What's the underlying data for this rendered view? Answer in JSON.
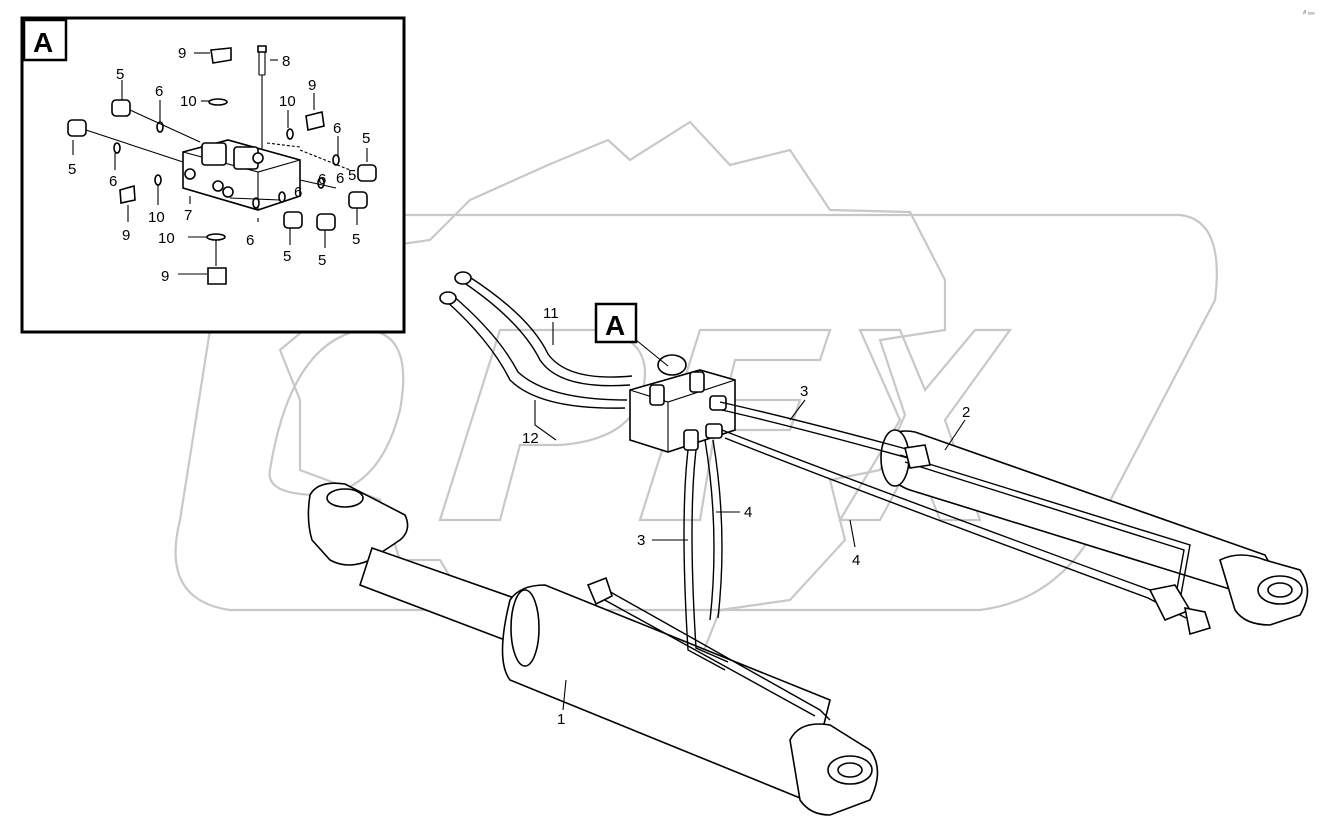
{
  "corner_code": "ᵢᵍ ₒₒₒ",
  "detail": {
    "letter": "A",
    "labels": [
      {
        "id": "d9a",
        "text": "9"
      },
      {
        "id": "d8",
        "text": "8"
      },
      {
        "id": "d5a",
        "text": "5"
      },
      {
        "id": "d6a",
        "text": "6"
      },
      {
        "id": "d10a",
        "text": "10"
      },
      {
        "id": "d10b",
        "text": "10"
      },
      {
        "id": "d9b",
        "text": "9"
      },
      {
        "id": "d5b",
        "text": "5"
      },
      {
        "id": "d6b",
        "text": "6"
      },
      {
        "id": "d5c",
        "text": "5"
      },
      {
        "id": "d6c",
        "text": "6"
      },
      {
        "id": "d6d",
        "text": "6"
      },
      {
        "id": "d5d",
        "text": "5"
      },
      {
        "id": "d6e",
        "text": "6"
      },
      {
        "id": "d7",
        "text": "7"
      },
      {
        "id": "d10c",
        "text": "10"
      },
      {
        "id": "d9c",
        "text": "9"
      },
      {
        "id": "d6f",
        "text": "6"
      },
      {
        "id": "d5e",
        "text": "5"
      },
      {
        "id": "d10d",
        "text": "10"
      },
      {
        "id": "d6g",
        "text": "6"
      },
      {
        "id": "d5f",
        "text": "5"
      },
      {
        "id": "d5g",
        "text": "5"
      },
      {
        "id": "d9d",
        "text": "9"
      }
    ]
  },
  "main": {
    "callout_letter": "A",
    "labels": [
      {
        "id": "m11",
        "text": "11"
      },
      {
        "id": "m12",
        "text": "12"
      },
      {
        "id": "m3a",
        "text": "3"
      },
      {
        "id": "m2",
        "text": "2"
      },
      {
        "id": "m4a",
        "text": "4"
      },
      {
        "id": "m3b",
        "text": "3"
      },
      {
        "id": "m4b",
        "text": "4"
      },
      {
        "id": "m1",
        "text": "1"
      }
    ]
  }
}
